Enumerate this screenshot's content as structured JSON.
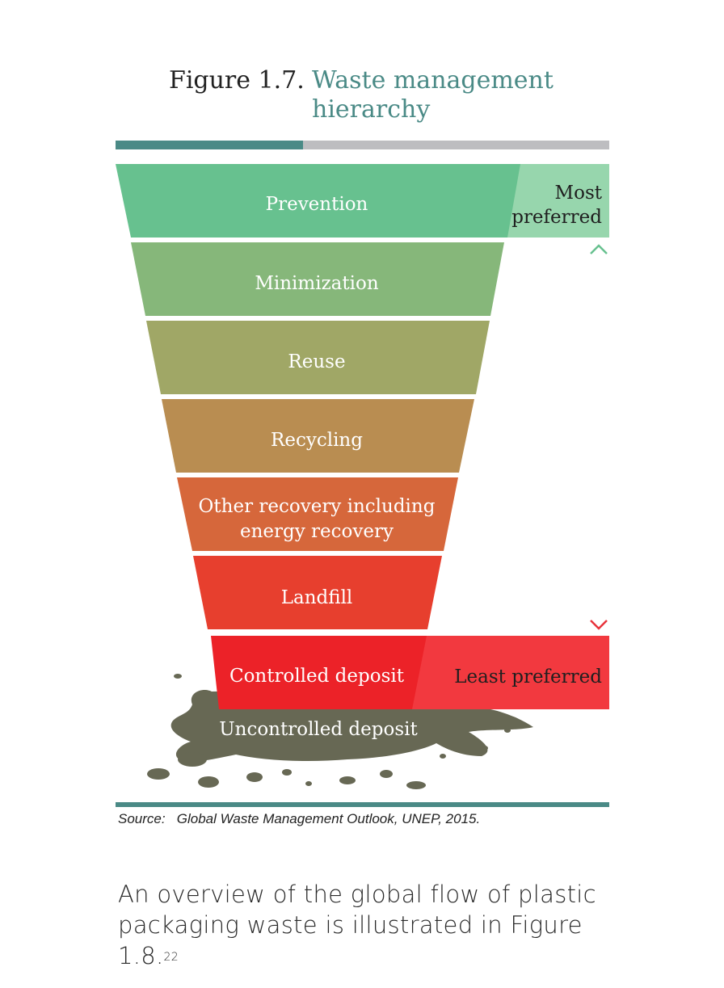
{
  "figure": {
    "number": "Figure  1.7.",
    "title_line1": "Waste management",
    "title_line2": "hierarchy"
  },
  "levels": [
    {
      "label": "Prevention",
      "color": "#67c18f"
    },
    {
      "label": "Minimization",
      "color": "#86b77a"
    },
    {
      "label": "Reuse",
      "color": "#a0a766"
    },
    {
      "label": "Recycling",
      "color": "#b98d51"
    },
    {
      "label_line1": "Other recovery including",
      "label_line2": "energy recovery",
      "color": "#d6673b"
    },
    {
      "label": "Landfill",
      "color": "#e73f2e"
    },
    {
      "label": "Controlled deposit",
      "color": "#ec2228"
    },
    {
      "label": "Uncontrolled deposit",
      "color": "#676854"
    }
  ],
  "most_preferred": {
    "line1": "Most",
    "line2": "preferred",
    "color": "#97d6ad"
  },
  "least_preferred": {
    "label": "Least preferred",
    "color": "#f2393f"
  },
  "arrow": {
    "top_color": "#67c18f",
    "bottom_color": "#e8333b"
  },
  "source": "Source:   Global Waste Management Outlook, UNEP, 2015.",
  "body": {
    "text": "An overview of the global flow of plastic packaging waste is illustrated in Figure 1.8.",
    "footnote": "22"
  }
}
